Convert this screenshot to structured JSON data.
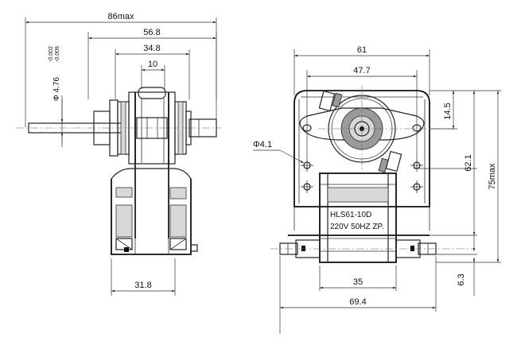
{
  "side_view": {
    "dim_overall_width": "86max",
    "dim_body_width": "56.8",
    "dim_rotor_width": "34.8",
    "dim_core_width": "10",
    "dim_shaft_dia": "Φ 4.76",
    "dim_shaft_tol_upper": "-0.002",
    "dim_shaft_tol_lower": "-0.009",
    "dim_bracket_width": "31.8"
  },
  "front_view": {
    "dim_width": "61",
    "dim_hole_spacing": "47.7",
    "dim_hole_dia": "Φ4.1",
    "dim_shaft_offset": "14.5",
    "dim_height_inner": "62.1",
    "dim_height_overall": "75max",
    "dim_coil_width": "35",
    "dim_terminal_span": "69.4",
    "dim_terminal_height": "6.3",
    "label_model": "HLS61-10D",
    "label_rating": "220V 50HZ  ZP."
  }
}
